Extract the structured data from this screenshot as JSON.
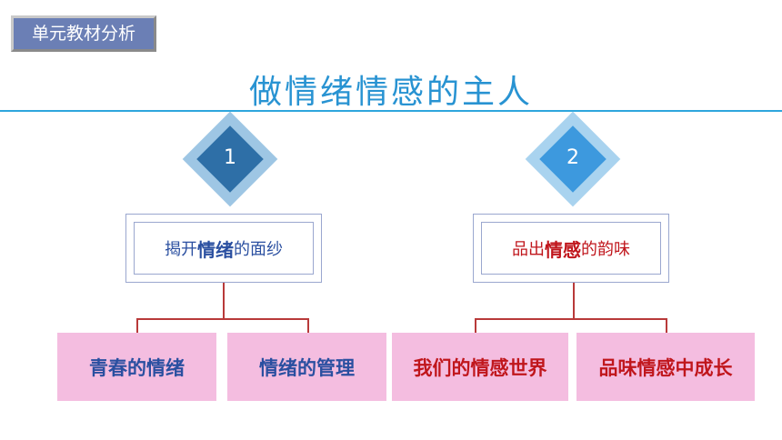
{
  "tag": "单元教材分析",
  "title": "做情绪情感的主人",
  "colors": {
    "accent": "#2893d2",
    "blue_text": "#2a4fa0",
    "red_text": "#c0161c",
    "pink": "#f4bde0",
    "line": "#b83a3a"
  },
  "branches": [
    {
      "number": "1",
      "box": {
        "pre": "揭开",
        "bold": "情绪",
        "post": "的面纱"
      },
      "children": [
        "青春的情绪",
        "情绪的管理"
      ]
    },
    {
      "number": "2",
      "box": {
        "pre": "品出",
        "bold": "情感",
        "post": "的韵味"
      },
      "children": [
        "我们的情感世界",
        "品味情感中成长"
      ]
    }
  ]
}
